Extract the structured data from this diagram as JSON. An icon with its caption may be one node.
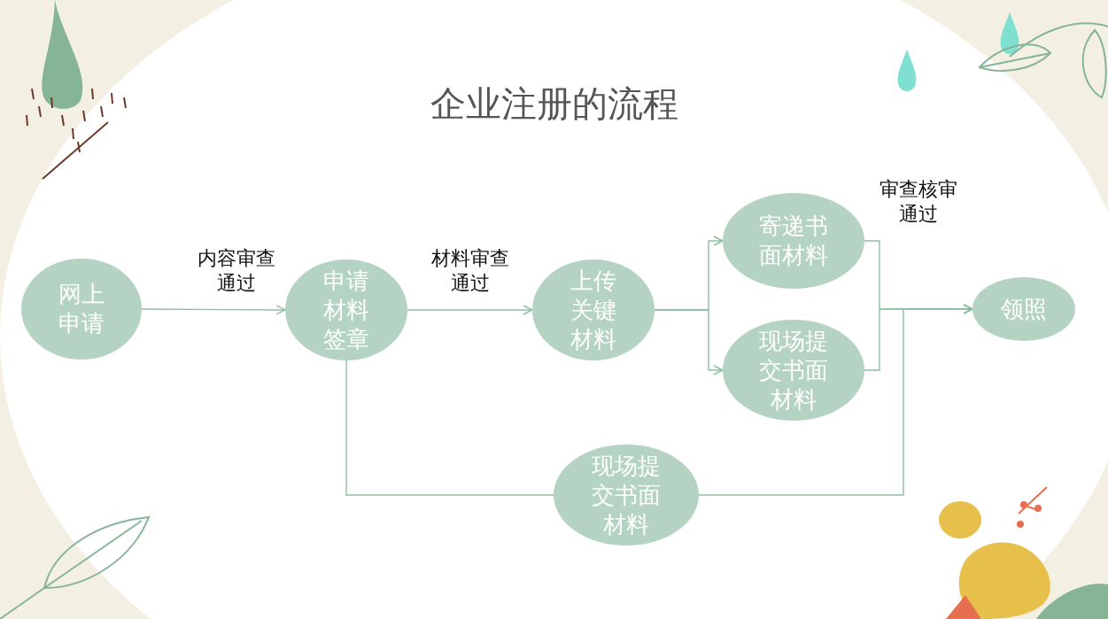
{
  "diagram": {
    "title": "企业注册的流程",
    "nodes": [
      {
        "text": [
          "网上申请"
        ]
      },
      {
        "text": [
          "申请材料签章"
        ]
      },
      {
        "text": [
          "上传关键材料"
        ]
      },
      {
        "text": [
          "寄递书面材料"
        ]
      },
      {
        "text": [
          "现场提交书面材料"
        ]
      },
      {
        "text": [
          "领照"
        ]
      },
      {
        "text": [
          "现场提交书面材料"
        ]
      }
    ],
    "edges": [
      {
        "from": 0,
        "to": 1,
        "arrow": "to",
        "label": "内容审查通过"
      },
      {
        "from": 1,
        "to": 2,
        "arrow": "to",
        "label": "材料审查通过"
      },
      {
        "from": 2,
        "to": 3,
        "arrow": "to"
      },
      {
        "from": 2,
        "to": 4,
        "arrow": "to"
      },
      {
        "from": 3,
        "to": 5,
        "arrow": "to",
        "label": "审查核审通过"
      },
      {
        "from": 4,
        "to": 5,
        "arrow": "to"
      },
      {
        "from": 1,
        "to": 6,
        "arrow": "none"
      },
      {
        "from": 6,
        "to": 5,
        "arrow": "to"
      }
    ]
  }
}
